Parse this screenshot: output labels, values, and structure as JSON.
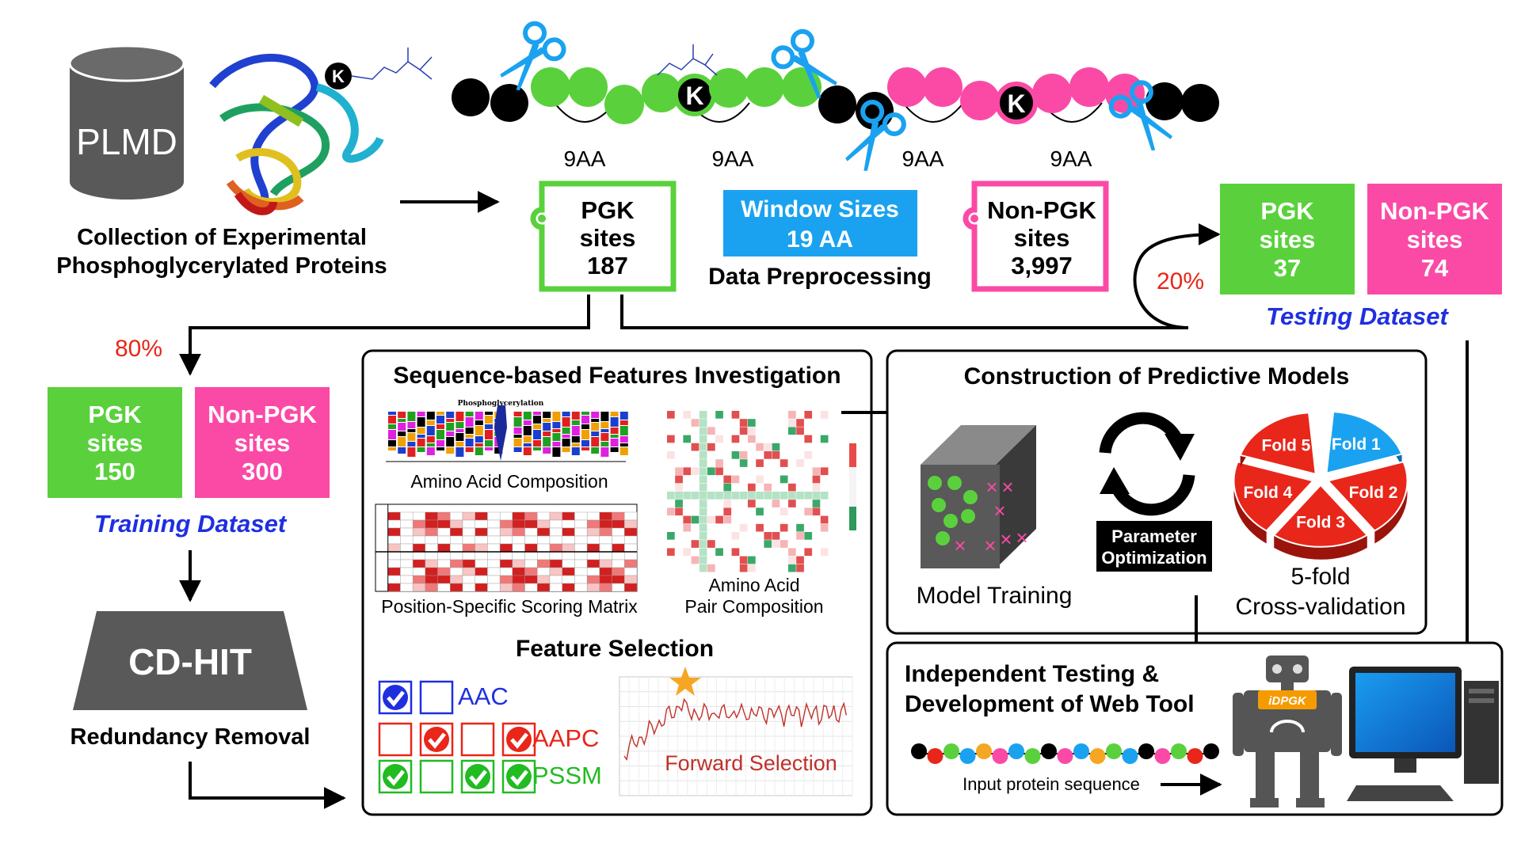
{
  "colors": {
    "green": "#5ad13c",
    "pink": "#fa4aa6",
    "blue": "#1aa2f0",
    "red": "#e8261a",
    "dark_gray": "#595959",
    "black": "#000000",
    "title_blue": "#1f2fe0"
  },
  "source": {
    "db_label": "PLMD",
    "caption_line1": "Collection of Experimental",
    "caption_line2": "Phosphoglycerylated Proteins",
    "site_letter": "K"
  },
  "sequence": {
    "windows": [
      "9AA",
      "9AA",
      "9AA",
      "9AA"
    ],
    "site_letter": "K"
  },
  "preprocessing": {
    "pgk": {
      "line1": "PGK",
      "line2": "sites",
      "count": "187"
    },
    "window": {
      "line1": "Window Sizes",
      "line2": "19 AA"
    },
    "label": "Data Preprocessing",
    "nonpgk": {
      "line1": "Non-PGK",
      "line2": "sites",
      "count": "3,997"
    }
  },
  "testing": {
    "percent": "20%",
    "pgk": {
      "line1": "PGK",
      "line2": "sites",
      "count": "37"
    },
    "nonpgk": {
      "line1": "Non-PGK",
      "line2": "sites",
      "count": "74"
    },
    "label": "Testing Dataset"
  },
  "training": {
    "percent": "80%",
    "pgk": {
      "line1": "PGK",
      "line2": "sites",
      "count": "150"
    },
    "nonpgk": {
      "line1": "Non-PGK",
      "line2": "sites",
      "count": "300"
    },
    "label": "Training Dataset"
  },
  "cdhit": {
    "label": "CD-HIT",
    "caption": "Redundancy Removal"
  },
  "features": {
    "title": "Sequence-based Features Investigation",
    "logo_title": "Phosphoglycerylation",
    "aac_caption": "Amino Acid Composition",
    "pssm_caption": "Position-Specific Scoring Matrix",
    "aapc_caption_line1": "Amino Acid",
    "aapc_caption_line2": "Pair Composition",
    "selection_title": "Feature Selection",
    "rows": [
      {
        "label": "AAC"
      },
      {
        "label": "AAPC"
      },
      {
        "label": "PSSM"
      }
    ],
    "forward_label": "Forward Selection"
  },
  "models": {
    "title": "Construction of Predictive Models",
    "training_caption": "Model Training",
    "param_line1": "Parameter",
    "param_line2": "Optimization",
    "folds": [
      "Fold 1",
      "Fold 2",
      "Fold 3",
      "Fold 4",
      "Fold 5"
    ],
    "cv_line1": "5-fold",
    "cv_line2": "Cross-validation"
  },
  "webtool": {
    "title_line1": "Independent Testing &",
    "title_line2": "Development of Web Tool",
    "input_label": "Input protein sequence",
    "robot_badge": "iDPGK"
  }
}
